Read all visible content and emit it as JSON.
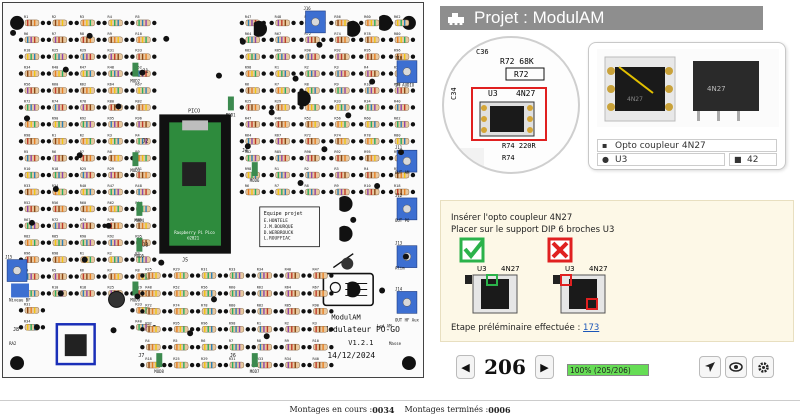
{
  "app": {
    "project_title": "Projet : ModulAM"
  },
  "board": {
    "name": "ModulAM",
    "subtitle": "Modulateur PO-GO",
    "version": "V1.2.1",
    "date": "14/12/2024",
    "team_title": "Equipe projet",
    "team": [
      "E.HONTELE",
      "J.M.BOURQUE",
      "D.WERBROUCK",
      "L.ROUFFIAC"
    ],
    "pico_label": "PICO",
    "pico_brand": "Raspberry Pi Pico",
    "pico_year": "©2021",
    "masse": "Masse",
    "j_labels": [
      "J1",
      "J2",
      "J3",
      "J4",
      "J5",
      "J6",
      "J7",
      "J8",
      "J9",
      "J10",
      "J11",
      "J12",
      "J13",
      "J14",
      "J15",
      "J16",
      "J17"
    ],
    "modules": [
      "MOD1",
      "MOD2",
      "MOD3",
      "MOD4",
      "MOD5",
      "MOD6",
      "MOD7",
      "MOD8",
      "MOD9"
    ],
    "side_labels": [
      "IN AUDIO",
      "OUT AM",
      "OUT PO",
      "Alim",
      "OUT HF Aux",
      "Led AM",
      "Niveau BF",
      "RA2"
    ],
    "resistors": [
      "R1",
      "R2",
      "R3",
      "R4",
      "R5",
      "R6",
      "R7",
      "R8",
      "R9",
      "R10",
      "R18",
      "R25",
      "R29",
      "R31",
      "R33",
      "R34",
      "R40",
      "R47",
      "R48",
      "R52",
      "R56",
      "R60",
      "R62",
      "R64",
      "R67",
      "R72",
      "R74",
      "R78",
      "R80",
      "R82",
      "R85",
      "R90",
      "R92",
      "R95",
      "R96",
      "R98"
    ]
  },
  "zoom": {
    "labels": [
      "C36",
      "R72 68K",
      "R72",
      "C34",
      "U3",
      "4N27",
      "R74 220R",
      "R74"
    ]
  },
  "component": {
    "name": "Opto coupleur 4N27",
    "reference": "U3",
    "quantity": "42",
    "photo_labels": [
      "4N27",
      "4N27"
    ]
  },
  "instruction": {
    "line1": "Insérer l'opto coupleur 4N27",
    "line2": "Placer sur le support DIP 6 broches U3",
    "good_label_u": "U3",
    "good_label_ref": "4N27",
    "bad_label_u": "U3",
    "bad_label_ref": "4N27",
    "footer_text": "Etape préléminaire effectuée : ",
    "footer_link": "173"
  },
  "navigation": {
    "prev": "◀",
    "step": "206",
    "next": "▶"
  },
  "progress": {
    "label": "100% (205/206)",
    "value": 100
  },
  "footer": {
    "in_progress_label": "Montages en cours : ",
    "in_progress_value": "0034",
    "done_label": "Montages terminés : ",
    "done_value": "0006"
  },
  "colors": {
    "title_bg": "#8e8e8e",
    "highlight_red": "#e02020",
    "highlight_blue": "#1a2fb8",
    "check_green": "#2bb24a",
    "cross_red": "#e02020",
    "pcb_green": "#2e8b3d",
    "progress_green": "#66dd55",
    "link_blue": "#1b56b8"
  },
  "icons": {
    "title": "robot-icon",
    "component": "chip-icon",
    "reference": "location-pin-icon",
    "quantity": "box-icon",
    "nav_tool": "navigation-arrow-icon",
    "eye_tool": "eye-icon",
    "gear_tool": "gear-icon"
  }
}
